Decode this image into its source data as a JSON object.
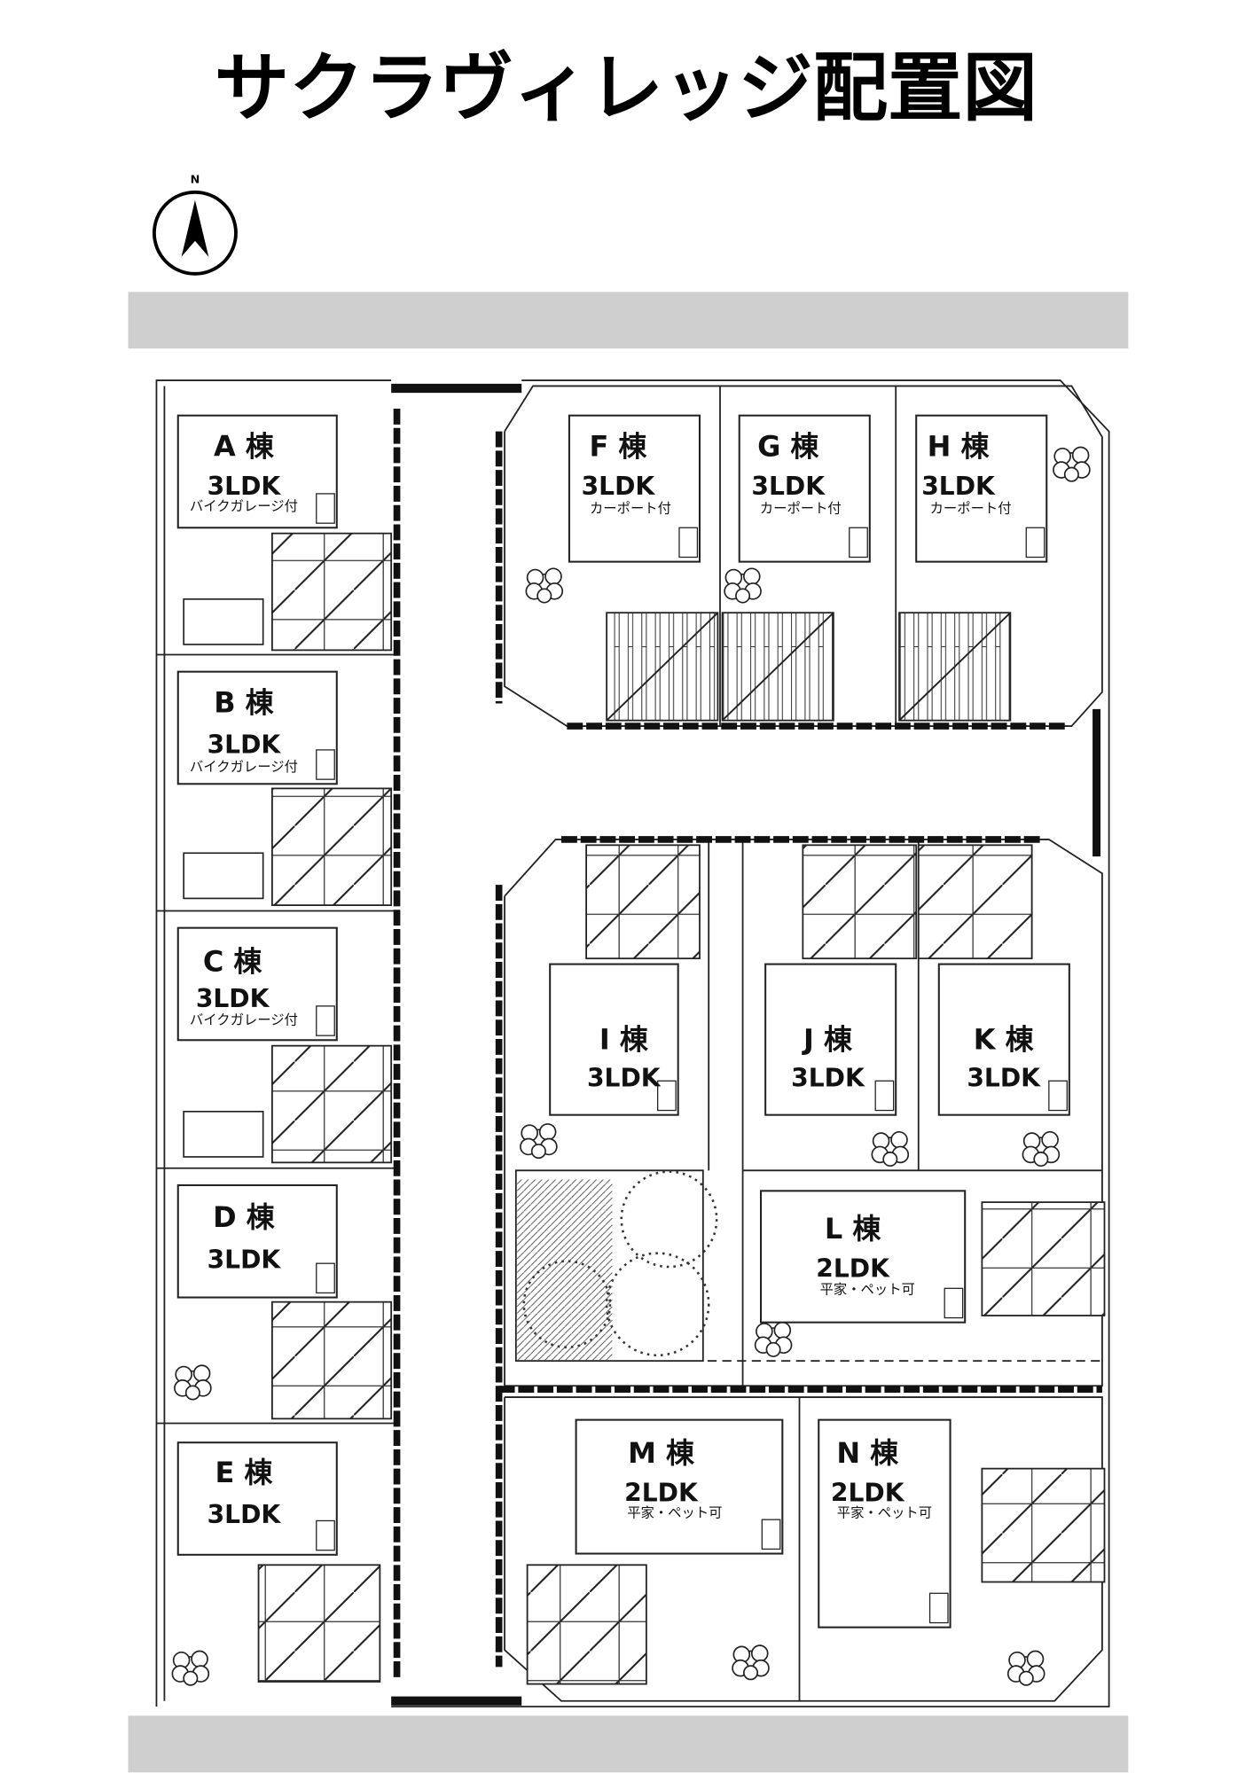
{
  "title": "サクラヴィレッジ配置図",
  "north_label": "N",
  "colors": {
    "road_band": "#cfcfcf",
    "line": "#222222"
  },
  "houses": [
    {
      "name": "A 棟",
      "layout": "3LDK",
      "note": "バイクガレージ付"
    },
    {
      "name": "B 棟",
      "layout": "3LDK",
      "note": "バイクガレージ付"
    },
    {
      "name": "C 棟",
      "layout": "3LDK",
      "note": "バイクガレージ付"
    },
    {
      "name": "D 棟",
      "layout": "3LDK",
      "note": ""
    },
    {
      "name": "E 棟",
      "layout": "3LDK",
      "note": ""
    },
    {
      "name": "F 棟",
      "layout": "3LDK",
      "note": "カーポート付"
    },
    {
      "name": "G 棟",
      "layout": "3LDK",
      "note": "カーポート付"
    },
    {
      "name": "H 棟",
      "layout": "3LDK",
      "note": "カーポート付"
    },
    {
      "name": "I 棟",
      "layout": "3LDK",
      "note": ""
    },
    {
      "name": "J 棟",
      "layout": "3LDK",
      "note": ""
    },
    {
      "name": "K 棟",
      "layout": "3LDK",
      "note": ""
    },
    {
      "name": "L 棟",
      "layout": "2LDK",
      "note": "平家・ペット可"
    },
    {
      "name": "M 棟",
      "layout": "2LDK",
      "note": "平家・ペット可"
    },
    {
      "name": "N 棟",
      "layout": "2LDK",
      "note": "平家・ペット可"
    }
  ]
}
